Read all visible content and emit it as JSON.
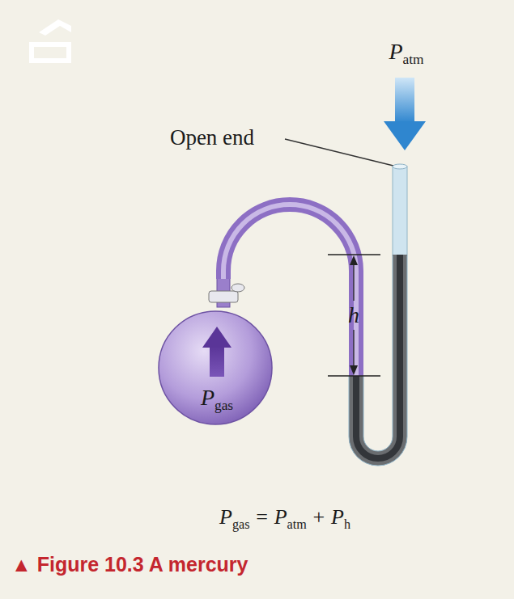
{
  "diagram": {
    "caption": "▲ Figure 10.3 A mercury",
    "labels": [
      "P",
      "atm",
      "Open end",
      "h",
      "P",
      "gas",
      "P",
      "gas",
      "=",
      "P",
      "atm",
      "+",
      "P",
      "h"
    ]
  }
}
